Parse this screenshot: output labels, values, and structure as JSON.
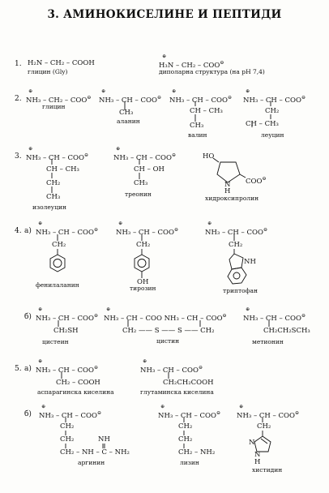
{
  "page": {
    "heading": "3. АМИНОКИСЕЛИНЕ И ПЕПТИДИ"
  },
  "glyphs": {
    "plus": "⊕",
    "minus": "⊖"
  },
  "section1": {
    "num": "1.",
    "gly_formula": "H₂N – CH₂ – COOH",
    "gly_name": "глицин (Gly)",
    "dipolar_formula": "H₃N – CH₂ – COO",
    "dipolar_name": "диполарна структура (на pH 7,4)"
  },
  "section2": {
    "num": "2.",
    "items": [
      {
        "formula": "NH₃ – CH₂ – COO",
        "name": "глицин"
      },
      {
        "formula": "NH₃ – CH – COO",
        "sub1": "CH₃",
        "name": "аланин"
      },
      {
        "formula": "NH₃ – CH – COO",
        "sub1": "CH – CH₃",
        "sub2": "CH₃",
        "name": "валин"
      },
      {
        "formula": "NH₃ – CH – COO",
        "sub1": "CH₂",
        "sub2": "CH – CH₃",
        "sub2b": "CH₃",
        "name": "леуцин"
      }
    ]
  },
  "section3": {
    "num": "3.",
    "isoleucine": {
      "formula": "NH₃ – CH – COO",
      "sub1": "CH – CH₃",
      "sub2": "CH₂",
      "sub3": "CH₃",
      "name": "изолеуцин"
    },
    "threonine": {
      "formula": "NH₃ – CH – COO",
      "sub1": "CH – OH",
      "sub2": "CH₃",
      "name": "треонин"
    },
    "hydroxyproline": {
      "ho": "HO",
      "nh": "N",
      "h": "H",
      "coo": "COO",
      "name": "хидроксипролин"
    }
  },
  "section4": {
    "num": "4.",
    "part_a": "а)",
    "part_b": "б)",
    "phenylalanine": {
      "formula": "NH₃ – CH – COO",
      "sub1": "CH₂",
      "name": "фенилаланин"
    },
    "tyrosine": {
      "formula": "NH₃ – CH – COO",
      "sub1": "CH₂",
      "oh": "OH",
      "name": "тирозин"
    },
    "tryptophan": {
      "formula": "NH₃ – CH – COO",
      "sub1": "CH₂",
      "nh": "NH",
      "name": "триптофан"
    },
    "cysteine": {
      "formula": "NH₃ – CH – COO",
      "sub1": "CH₂SH",
      "name": "цистеин"
    },
    "cystine": {
      "formula": "NH₃ – CH – COO   NH₃ – CH – COO",
      "sub1": "CH₂ —— S —— S —— CH₂",
      "name": "цистин"
    },
    "methionine": {
      "formula": "NH₃ – CH – COO",
      "sub1": "CH₂CH₂SCH₃",
      "name": "метионин"
    }
  },
  "section5": {
    "num": "5.",
    "part_a": "а)",
    "part_b": "б)",
    "aspartic": {
      "formula": "NH₃ – CH – COO",
      "sub1": "CH₂ – COOH",
      "name": "аспарагинска киселина"
    },
    "glutamic": {
      "formula": "NH₃ – CH – COO",
      "sub1": "CH₂CH₂COOH",
      "name": "глутаминска киселина"
    },
    "arginine": {
      "formula": "NH₃ – CH – COO",
      "sub1": "CH₂",
      "sub2": "CH₂",
      "sub3": "CH₂ – NH – C – NH₂",
      "nh": "NH",
      "name": "аргинин"
    },
    "lysine": {
      "formula": "NH₃ – CH – COO",
      "sub1": "CH₂",
      "sub2": "CH₂",
      "sub3": "CH₂ – NH₂",
      "name": "лизин"
    },
    "histidine": {
      "formula": "NH₃ – CH – COO",
      "sub1": "CH₂",
      "n": "N",
      "nh": "N",
      "h": "H",
      "name": "хистидин"
    }
  }
}
